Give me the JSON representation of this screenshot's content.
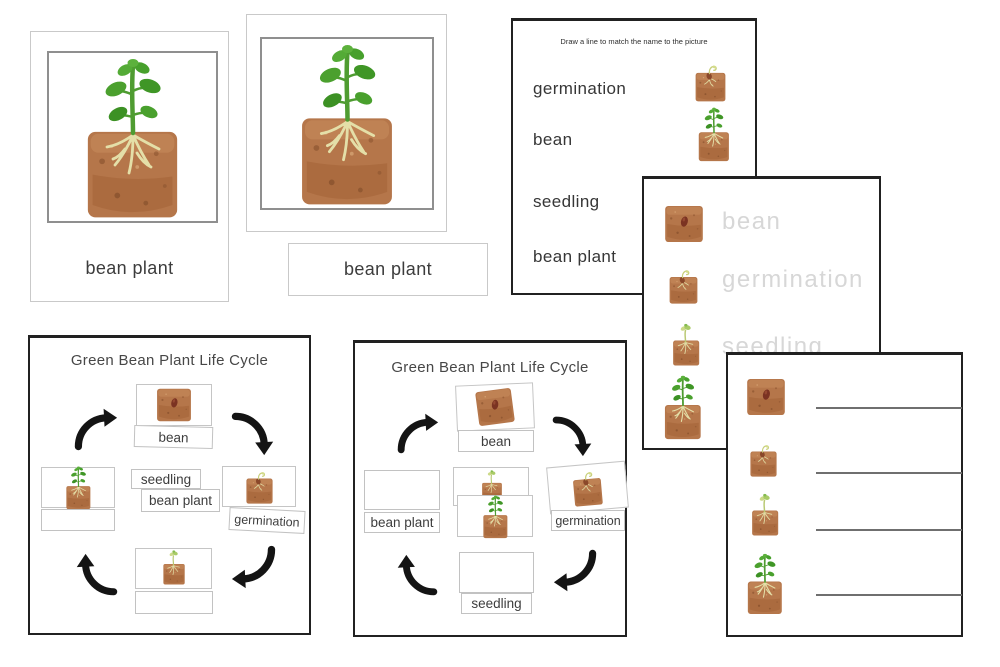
{
  "colors": {
    "sheet_border": "#212121",
    "card_border": "#c9c9c9",
    "label_box_border": "#c2c2c2",
    "text": "#3c3c3c",
    "trace_text": "#d7d7d7",
    "arrow": "#141414",
    "soil": "#b5764a",
    "leaf_green": "#4ba02e",
    "root_yellow": "#e2dda6",
    "seed_brown": "#7b3322"
  },
  "cards": {
    "card1_label": "bean plant",
    "card1_picture": "bean-plant-in-soil-block",
    "card2_label": "bean plant",
    "card2_picture": "bean-plant-in-soil-block"
  },
  "matching_sheet": {
    "title": "Draw a line to match the name to the picture",
    "words": [
      "germination",
      "bean",
      "seedling",
      "bean plant"
    ],
    "visible_pictures": [
      "germination-in-soil-block",
      "bean-plant-in-soil-block"
    ]
  },
  "tracing_sheet": {
    "rows": [
      {
        "picture": "bean-seed-in-soil-block",
        "trace_word": "bean"
      },
      {
        "picture": "germination-in-soil-block",
        "trace_word": "germination"
      },
      {
        "picture": "sprout-in-soil-block",
        "trace_word": "seedling"
      }
    ],
    "partial_row": {
      "picture": "bean-plant-in-soil-block"
    }
  },
  "cycle_sheet_labeled": {
    "title": "Green Bean Plant Life Cycle",
    "stages": {
      "top": {
        "picture": "bean-seed-in-soil-block",
        "label": "bean"
      },
      "right": {
        "picture": "germination-in-soil-block",
        "label": "germination"
      },
      "bottom": {
        "picture": "sprout-in-soil-block",
        "label": ""
      },
      "left": {
        "picture": "bean-plant-in-soil-block",
        "label": ""
      }
    },
    "center_labels": [
      "seedling",
      "bean plant"
    ]
  },
  "cycle_sheet_sorting": {
    "title": "Green Bean Plant Life Cycle",
    "stages": {
      "top": {
        "picture": "bean-seed-in-soil-block",
        "label": "bean"
      },
      "right": {
        "picture": "germination-in-soil-block",
        "label": "germination"
      },
      "bottom": {
        "picture": "",
        "label": "seedling"
      },
      "left": {
        "picture": "",
        "label": "bean plant"
      }
    },
    "center_pictures": [
      "sprout-in-soil-block",
      "bean-plant-in-soil-block"
    ]
  },
  "writing_sheet": {
    "rows": [
      {
        "picture": "bean-seed-in-soil-block"
      },
      {
        "picture": "germination-in-soil-block"
      },
      {
        "picture": "sprout-in-soil-block"
      },
      {
        "picture": "bean-plant-in-soil-block"
      }
    ]
  }
}
